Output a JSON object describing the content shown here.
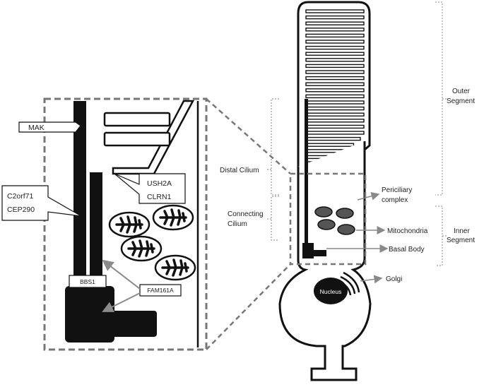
{
  "callouts": {
    "mak": "MAK",
    "c2orf71": "C2orf71",
    "cep290": "CEP290",
    "ush2a": "USH2A",
    "clrn1": "CLRN1",
    "bbs1": "BBS1",
    "fam161a": "FAM161A"
  },
  "labels": {
    "outer_segment_1": "Outer",
    "outer_segment_2": "Segment",
    "inner_segment_1": "Inner",
    "inner_segment_2": "Segment",
    "distal_cilium": "Distal Cilium",
    "connecting_cilium_1": "Connecting",
    "connecting_cilium_2": "Cilium",
    "periciliary_1": "Periciliary",
    "periciliary_2": "complex",
    "mitochondria": "Mitochondria",
    "basal_body": "Basal Body",
    "golgi": "Golgi",
    "nucleus": "Nucleus"
  },
  "colors": {
    "stroke": "#111111",
    "dash": "#777777",
    "arrow": "#8a8a8a",
    "fill_dark": "#111111",
    "background": "#ffffff"
  }
}
